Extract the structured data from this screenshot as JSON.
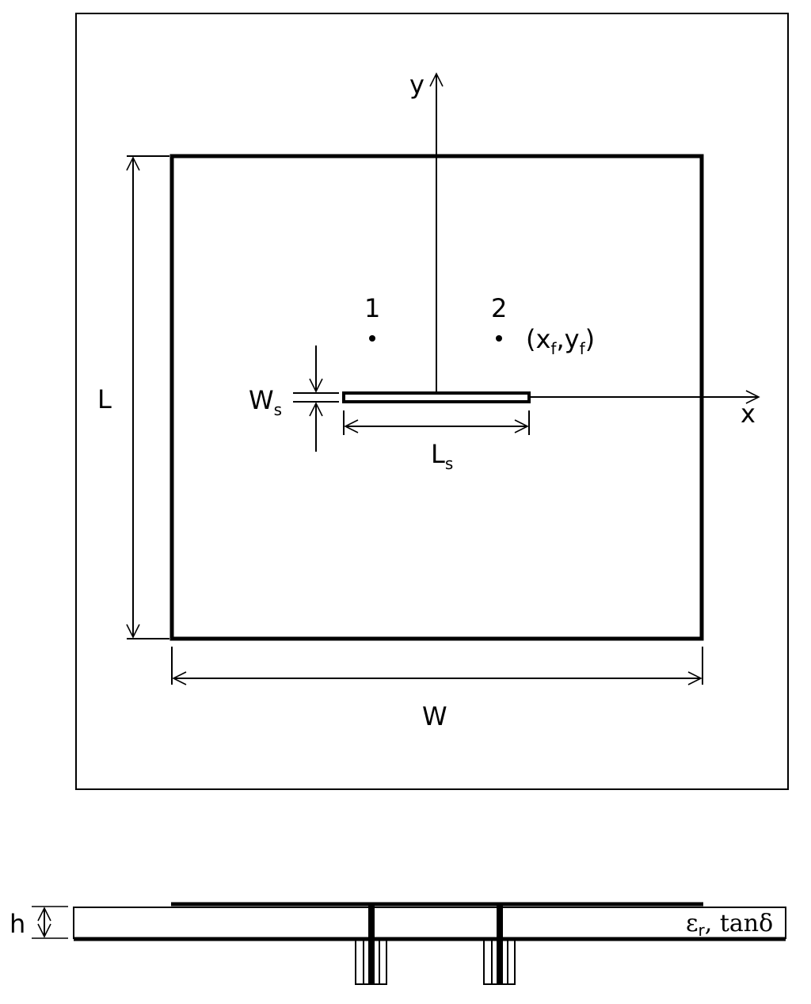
{
  "labels": {
    "y_axis": "y",
    "x_axis": "x",
    "length": "L",
    "width": "W",
    "slot_width_main": "W",
    "slot_width_sub": "s",
    "slot_length_main": "L",
    "slot_length_sub": "s",
    "feed1": "1",
    "feed2": "2",
    "feed_coord_open": "(x",
    "feed_coord_xsub": "f",
    "feed_coord_comma": ",y",
    "feed_coord_ysub": "f",
    "feed_coord_close": ")",
    "height": "h",
    "substrate_eps": "ε",
    "substrate_eps_sub": "r",
    "substrate_loss": ", tanδ"
  },
  "colors": {
    "stroke": "#000000",
    "background": "#ffffff"
  }
}
